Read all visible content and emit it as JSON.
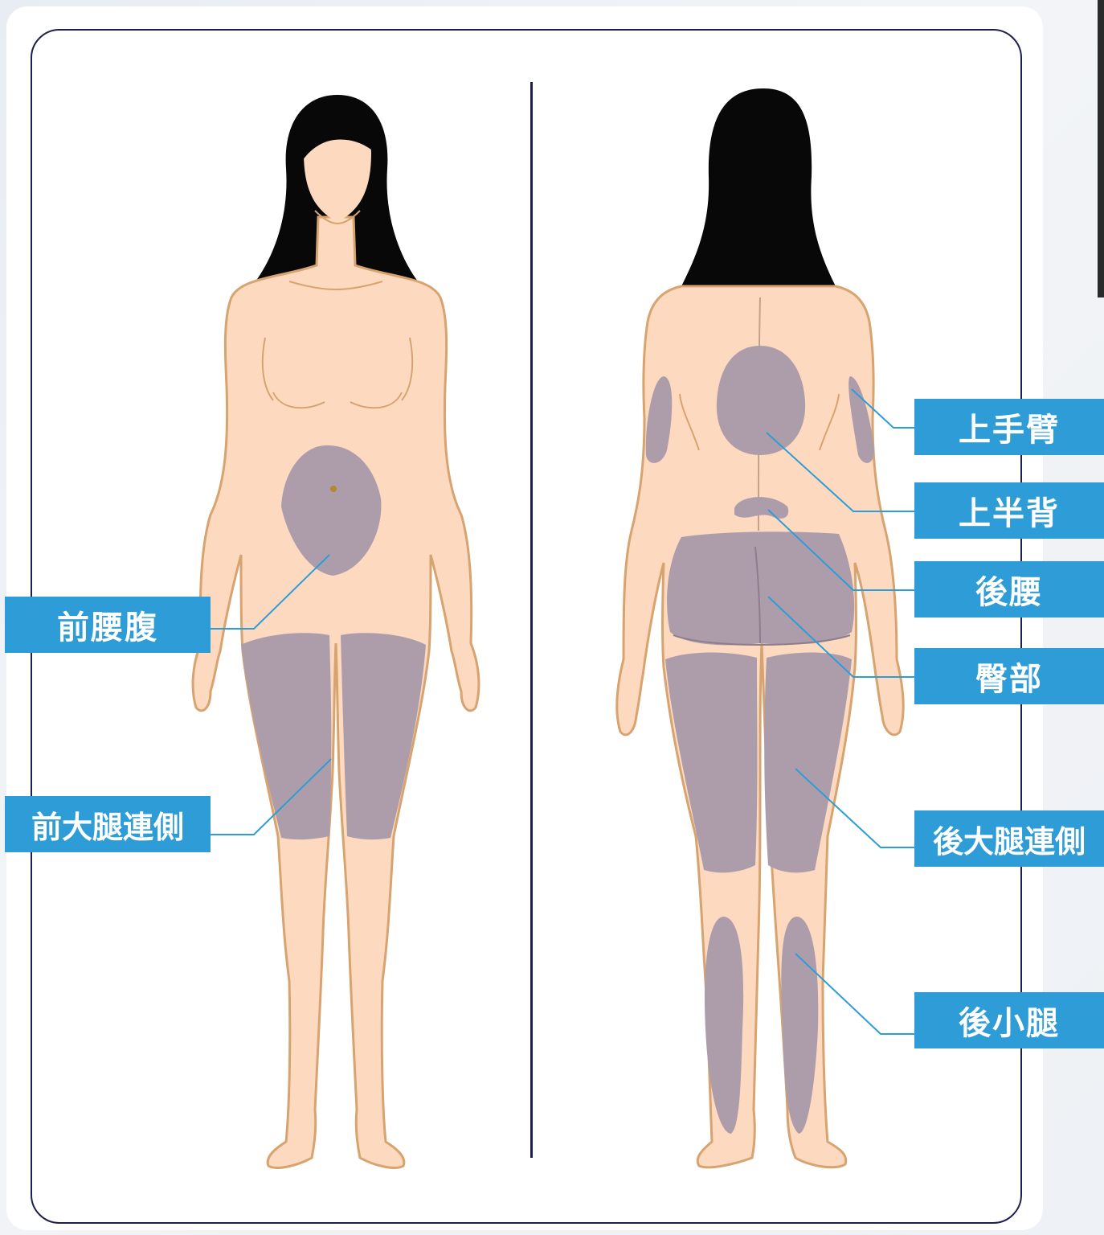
{
  "diagram": {
    "labels": {
      "front_abdomen": "前腰腹",
      "front_thigh": "前大腿連側",
      "upper_arm": "上手臂",
      "upper_back": "上半背",
      "lower_back": "後腰",
      "buttocks": "臀部",
      "back_thigh": "後大腿連側",
      "calf": "後小腿"
    },
    "colors": {
      "skin": "#fdd9c0",
      "outline": "#d7a36f",
      "zone": "#ad9dab",
      "hair": "#080808",
      "label_bg": "#2e9cd6",
      "leader": "#2e9cd6",
      "frame": "#1e1f4a"
    }
  }
}
